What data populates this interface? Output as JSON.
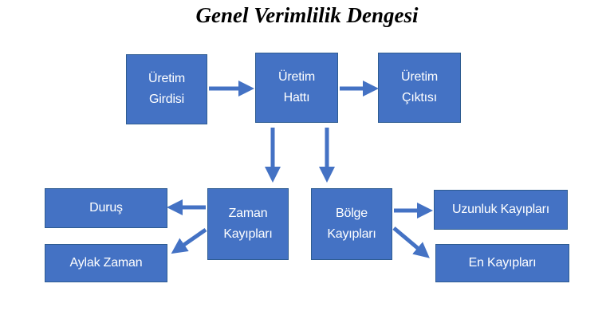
{
  "title": "Genel Verimlilik Dengesi",
  "colors": {
    "box_fill": "#4472c4",
    "box_border": "#2e5c91",
    "arrow": "#4472c4"
  },
  "nodes": {
    "uretim_girdisi": {
      "label": "Üretim\nGirdisi"
    },
    "uretim_hatti": {
      "label": "Üretim\nHattı"
    },
    "uretim_ciktisi": {
      "label": "Üretim\nÇıktısı"
    },
    "zaman_kayiplari": {
      "label": "Zaman\nKayıpları"
    },
    "bolge_kayiplari": {
      "label": "Bölge\nKayıpları"
    },
    "durus": {
      "label": "Duruş"
    },
    "aylak_zaman": {
      "label": "Aylak Zaman"
    },
    "uzunluk_kayiplari": {
      "label": "Uzunluk Kayıpları"
    },
    "en_kayiplari": {
      "label": "En Kayıpları"
    }
  },
  "edges": [
    {
      "from": "uretim_girdisi",
      "to": "uretim_hatti"
    },
    {
      "from": "uretim_hatti",
      "to": "uretim_ciktisi"
    },
    {
      "from": "uretim_hatti",
      "to": "zaman_kayiplari"
    },
    {
      "from": "uretim_hatti",
      "to": "bolge_kayiplari"
    },
    {
      "from": "zaman_kayiplari",
      "to": "durus"
    },
    {
      "from": "zaman_kayiplari",
      "to": "aylak_zaman"
    },
    {
      "from": "bolge_kayiplari",
      "to": "uzunluk_kayiplari"
    },
    {
      "from": "bolge_kayiplari",
      "to": "en_kayiplari"
    }
  ]
}
